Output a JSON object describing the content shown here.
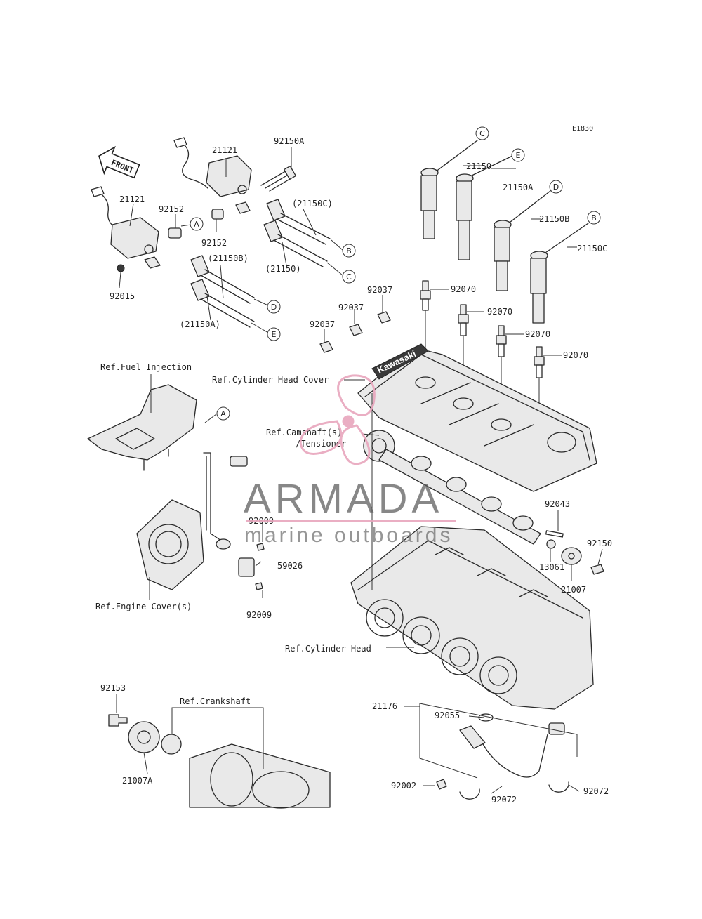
{
  "diagram_code": "E1830",
  "front_arrow": "FRONT",
  "callout_letters": {
    "a": "A",
    "b": "B",
    "c": "C",
    "d": "D",
    "e": "E"
  },
  "parts": {
    "p21121_left": "21121",
    "p21121_right": "21121",
    "p92150A": "92150A",
    "p92152_a": "92152",
    "p92152_b": "92152",
    "p92015": "92015",
    "p21150C_ref": "(21150C)",
    "p21150B_ref": "(21150B)",
    "p21150_ref": "(21150)",
    "p21150A_ref": "(21150A)",
    "p21150": "21150",
    "p21150A": "21150A",
    "p21150B": "21150B",
    "p21150C": "21150C",
    "p92070_1": "92070",
    "p92070_2": "92070",
    "p92070_3": "92070",
    "p92070_4": "92070",
    "p92037_1": "92037",
    "p92037_2": "92037",
    "p92037_3": "92037",
    "p92043": "92043",
    "p92150": "92150",
    "p13061": "13061",
    "p21007": "21007",
    "p92009_a": "92009",
    "p92009_b": "92009",
    "p59026": "59026",
    "p92153": "92153",
    "p21007A": "21007A",
    "p21176": "21176",
    "p92055": "92055",
    "p92002": "92002",
    "p92072_a": "92072",
    "p92072_b": "92072"
  },
  "refs": {
    "fuel_injection": "Ref.Fuel Injection",
    "cylinder_head_cover": "Ref.Cylinder Head Cover",
    "camshaft_line1": "Ref.Camshaft(s)",
    "camshaft_line2": "/Tensioner",
    "engine_covers": "Ref.Engine Cover(s)",
    "cylinder_head": "Ref.Cylinder Head",
    "crankshaft": "Ref.Crankshaft"
  },
  "watermark": {
    "brand": "ARMADA",
    "tagline": "marine outboards",
    "brand_color": "#e8a6bd"
  },
  "cover_brand": "Kawasaki"
}
